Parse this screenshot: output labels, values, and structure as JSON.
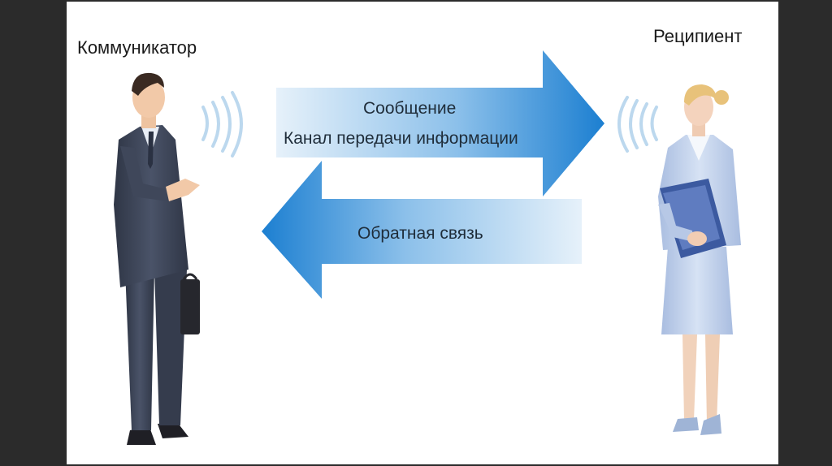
{
  "roles": {
    "communicator": "Коммуникатор",
    "recipient": "Реципиент"
  },
  "forward_arrow": {
    "line1": "Сообщение",
    "line2": "Канал передачи информации"
  },
  "back_arrow": {
    "label": "Обратная связь"
  },
  "colors": {
    "arrow_dark": "#1c7fd1",
    "arrow_light": "#dcecf8",
    "suit_dark": "#3c4456",
    "suit_light": "#c5d4ec"
  }
}
